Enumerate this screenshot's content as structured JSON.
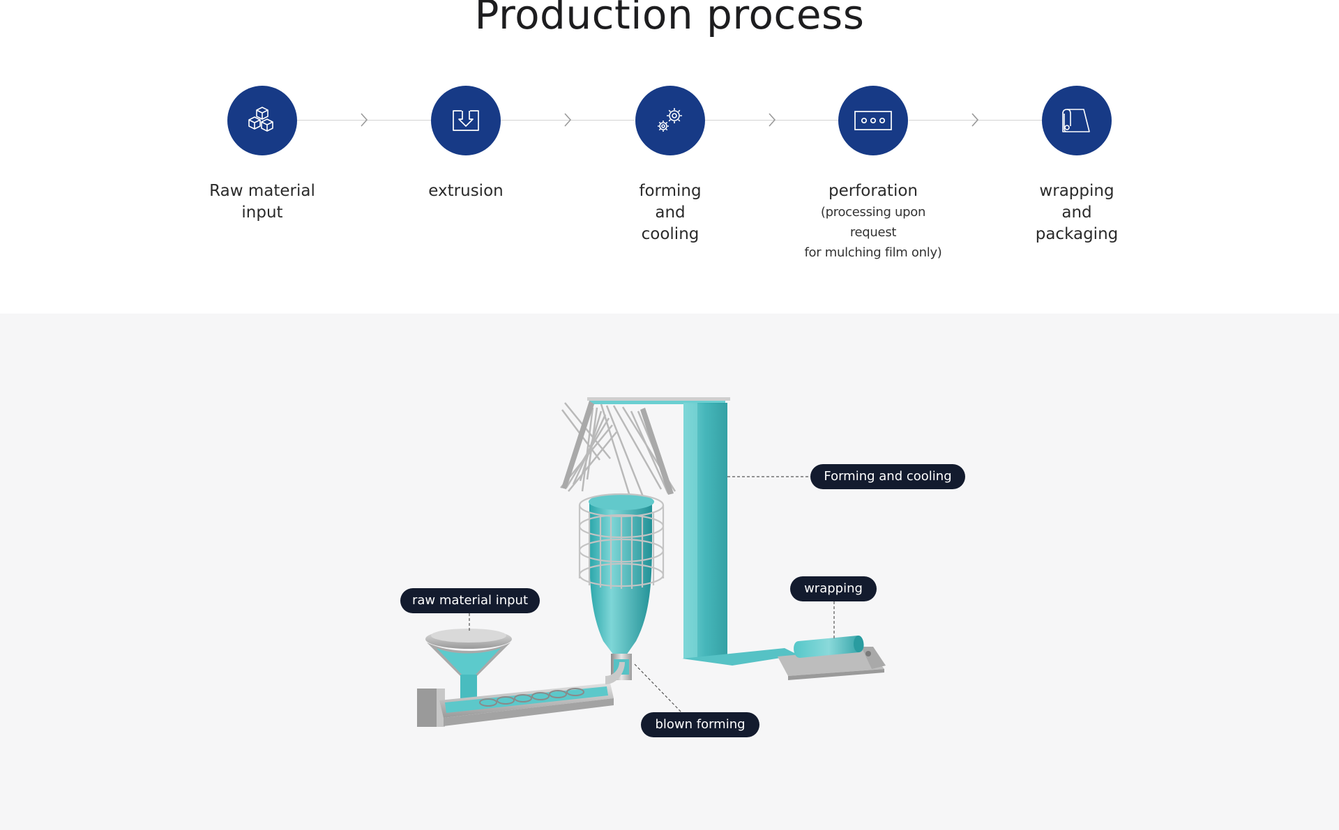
{
  "page": {
    "title": "Production process"
  },
  "steps": [
    {
      "id": "raw",
      "label": "Raw material\ninput",
      "icon": "cubes-icon"
    },
    {
      "id": "extrusion",
      "label": "extrusion",
      "icon": "extrusion-icon"
    },
    {
      "id": "forming",
      "label": "forming\nand\ncooling",
      "icon": "gears-icon"
    },
    {
      "id": "perforation",
      "label": "perforation",
      "note": "(processing upon request\nfor mulching film only)",
      "icon": "perforated-strip-icon"
    },
    {
      "id": "wrapping",
      "label": "wrapping\nand\npackaging",
      "icon": "film-roll-icon"
    }
  ],
  "diagram": {
    "labels": {
      "forming_cooling": "Forming and cooling",
      "wrapping": "wrapping",
      "raw_material": "raw material input",
      "blown_forming": "blown forming"
    }
  },
  "colors": {
    "accent": "#173a86",
    "tag_bg": "#131b2e",
    "film": "#3fb8bc",
    "section_bg": "#f6f6f7"
  }
}
